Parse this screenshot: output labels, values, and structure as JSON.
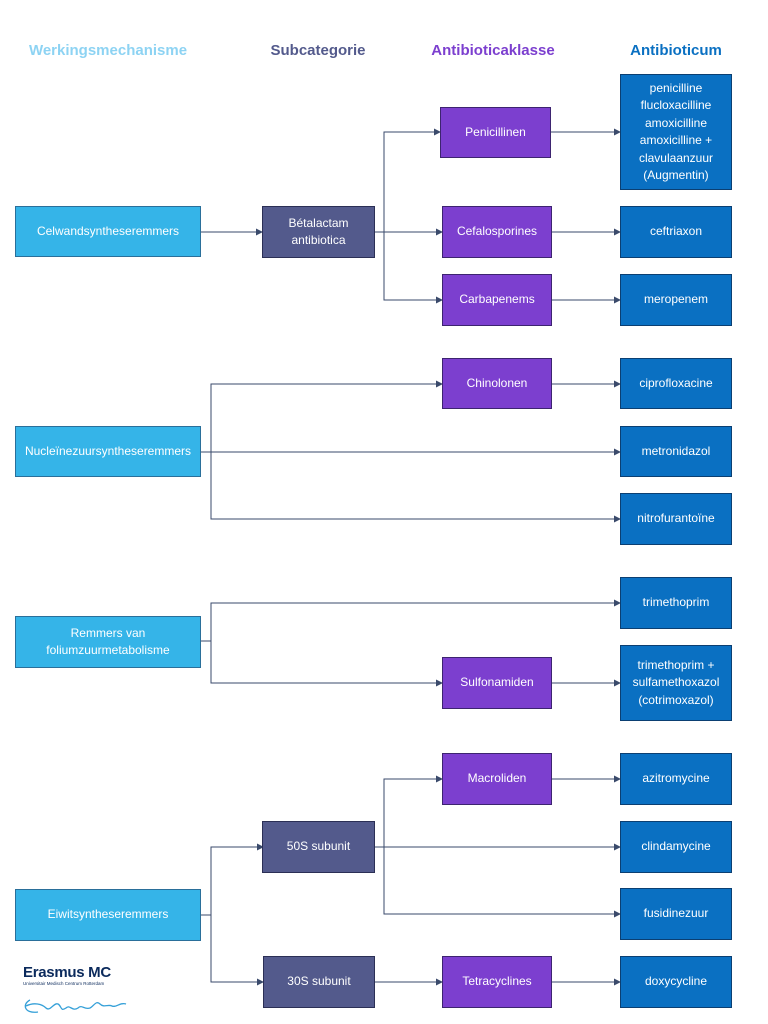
{
  "headers": {
    "mechanism": "Werkingsmechanisme",
    "subcategory": "Subcategorie",
    "class": "Antibioticaklasse",
    "antibiotic": "Antibioticum"
  },
  "colors": {
    "mechanism_header": "#8dd3f3",
    "subcategory_header": "#535a8c",
    "class_header": "#7c3fcf",
    "antibiotic_header": "#0a70c2",
    "mechanism_box": "#35b4e8",
    "subcategory_box": "#535a8c",
    "class_box": "#7c3fcf",
    "antibiotic_box": "#0a70c2"
  },
  "mechanisms": {
    "cell_wall": "Celwandsyntheseremmers",
    "nucleic_acid": "Nucleïnezuursyntheseremmers",
    "folate": "Remmers van\nfoliumzuurmetabolisme",
    "protein": "Eiwitsyntheseremmers"
  },
  "subcategories": {
    "betalactam": "Bétalactam\nantibiotica",
    "s50": "50S subunit",
    "s30": "30S subunit"
  },
  "classes": {
    "penicillins": "Penicillinen",
    "cephalosporins": "Cefalosporines",
    "carbapenems": "Carbapenems",
    "quinolones": "Chinolonen",
    "sulfonamides": "Sulfonamiden",
    "macrolides": "Macroliden",
    "tetracyclines": "Tetracyclines"
  },
  "antibiotics": {
    "penicillin_group": "penicilline\nflucloxacilline\namoxicilline\namoxicilline +\nclavulaanzuur\n(Augmentin)",
    "ceftriaxone": "ceftriaxon",
    "meropenem": "meropenem",
    "ciprofloxacin": "ciprofloxacine",
    "metronidazole": "metronidazol",
    "nitrofurantoin": "nitrofurantoïne",
    "trimethoprim": "trimethoprim",
    "cotrimoxazole": "trimethoprim +\nsulfamethoxazol\n(cotrimoxazol)",
    "azithromycin": "azitromycine",
    "clindamycin": "clindamycine",
    "fusidic_acid": "fusidinezuur",
    "doxycycline": "doxycycline"
  },
  "logo": {
    "name": "Erasmus MC",
    "subtitle": "Universitair Medisch Centrum Rotterdam"
  }
}
